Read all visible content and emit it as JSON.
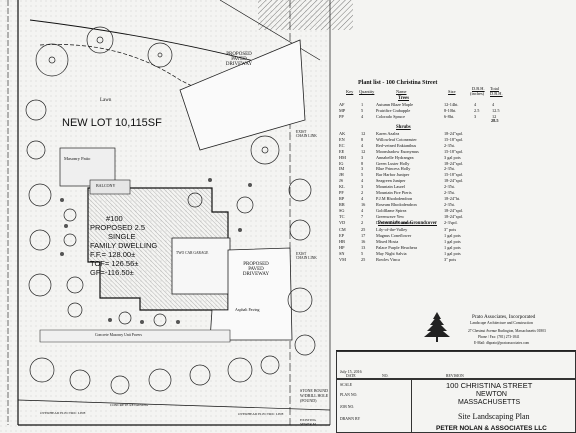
{
  "plan": {
    "lot_label": "NEW LOT 10,115SF",
    "lawn_label": "Lawn",
    "driveway_top": [
      "PROPOSED",
      "PAVED",
      "DRIVEWAY"
    ],
    "driveway_bottom": [
      "PROPOSED",
      "PAVED",
      "DRIVEWAY"
    ],
    "dwelling": [
      "#100",
      "PROPOSED 2.5",
      "SINGLE",
      "FAMILY DWELLING",
      "F.F.= 128.00±",
      "TOF= 126.56±",
      "GF=-116.50±"
    ],
    "masonry_patio": "Masonry Patio",
    "balcony": "BALCONY",
    "two_car_garage": "TWO CAR GARAGE",
    "asphalt_paving": "Asphalt Paving",
    "concrete_walk": "Concrete Masonry Unit Pavers",
    "stone_bound": [
      "STONE BOUND",
      "W/DRILL HOLE",
      "(FOUND)"
    ],
    "overhead_left": "OVERHEAD ELECTRIC LINE",
    "overhead_right": "OVERHEAD ELECTRIC LINE",
    "retaining": "CONCRETE RETAINING",
    "existing": [
      "EXISTING",
      "SEWER M"
    ],
    "exist_chain": [
      "EXIST",
      "CHAIN LINK"
    ],
    "exist_chain2": [
      "EXIST",
      "CHAIN LINK"
    ]
  },
  "plant_list": {
    "title": "Plant list - 100 Christina Street",
    "headers": {
      "key": "Key",
      "qty": "Quantity",
      "name": "Name",
      "size": "Size",
      "dbh": "D.B.H.",
      "dbh_sub": "(inches)",
      "total": "Total",
      "total_sub": "D.B.H."
    },
    "trees_label": "Trees",
    "trees": [
      {
        "key": "AF",
        "qty": "1",
        "name": "Autumn Blaze Maple",
        "size": "12-14ht.",
        "dbh": "4",
        "total": "4"
      },
      {
        "key": "MP",
        "qty": "5",
        "name": "Prairifire Crabapple",
        "size": "8-10ht.",
        "dbh": "2.5",
        "total": "12.5"
      },
      {
        "key": "PP",
        "qty": "4",
        "name": "Colorado Spruce",
        "size": "6-8ht.",
        "dbh": "3",
        "total": "12"
      }
    ],
    "trees_total": "28.5",
    "shrubs_label": "Shrubs",
    "shrubs": [
      {
        "key": "AK",
        "qty": "12",
        "name": "Karen Azalea",
        "size": "18-24\"spd."
      },
      {
        "key": "EN",
        "qty": "8",
        "name": "Willowleaf Cotoneaster",
        "size": "15-18\"spd."
      },
      {
        "key": "EC",
        "qty": "4",
        "name": "Red-veined Enkianthus",
        "size": "2-3'ht."
      },
      {
        "key": "EE",
        "qty": "12",
        "name": "Moonshadow Euonymus",
        "size": "15-18\"spd."
      },
      {
        "key": "HM",
        "qty": "3",
        "name": "Annabelle Hydrangea",
        "size": "3 gal pots"
      },
      {
        "key": "IG",
        "qty": "8",
        "name": "Green Luster Holly",
        "size": "18-24\"spd."
      },
      {
        "key": "IM",
        "qty": "3",
        "name": "Blue Princess Holly",
        "size": "2-3'ht."
      },
      {
        "key": "JH",
        "qty": "5",
        "name": "Bar Harbor Juniper",
        "size": "15-18\"spd."
      },
      {
        "key": "JS",
        "qty": "4",
        "name": "Seagreen Juniper",
        "size": "18-24\"spd."
      },
      {
        "key": "KL",
        "qty": "3",
        "name": "Mountain Laurel",
        "size": "2-3'ht."
      },
      {
        "key": "PF",
        "qty": "2",
        "name": "Mountain Fire Pieris",
        "size": "2-3'ht."
      },
      {
        "key": "RP",
        "qty": "4",
        "name": "P.J.M Rhododendron",
        "size": "18-24\"ht."
      },
      {
        "key": "RR",
        "qty": "16",
        "name": "Roseum Rhododendron",
        "size": "2-3'ht."
      },
      {
        "key": "SG",
        "qty": "4",
        "name": "Goldflame Spirea",
        "size": "18-24\"spd."
      },
      {
        "key": "TC",
        "qty": "7",
        "name": "Greenwave Yew",
        "size": "18-24\"spd."
      },
      {
        "key": "VD",
        "qty": "2",
        "name": "Doublefile Viburnum",
        "size": "2-3'spd."
      }
    ],
    "perennials_label": "Perennials and Groundcover",
    "perennials": [
      {
        "key": "CM",
        "qty": "25",
        "name": "Lily-of-the-Valley",
        "size": "3\" pots"
      },
      {
        "key": "EP",
        "qty": "17",
        "name": "Magnus Coneflower",
        "size": "1 gal pots"
      },
      {
        "key": "HB",
        "qty": "16",
        "name": "Mixed Hosta",
        "size": "1 gal pots"
      },
      {
        "key": "HP",
        "qty": "13",
        "name": "Palace Purple Heuchera",
        "size": "1 gal pots"
      },
      {
        "key": "SN",
        "qty": "5",
        "name": "May Night Salvia",
        "size": "1 gal pots"
      },
      {
        "key": "VM",
        "qty": "25",
        "name": "Bowles Vinca",
        "size": "3\" pots"
      }
    ]
  },
  "firm": {
    "name": "Prato Associates, Incorporated",
    "line1": "Landscape Architecture and Construction",
    "line2": "27 Chestnut Avenue   Burlington, Massachusetts 01803",
    "line3": "Phone / Fax: (781) 273-1841",
    "line4": "E-Mail: dhprato@pratoassociates.com"
  },
  "title_block": {
    "date_label": "DATE",
    "date": "July 15, 2016",
    "no_label": "NO.",
    "revision_label": "REVISION",
    "address1": "100 CHRISTINA STREET",
    "address2": "NEWTON",
    "address3": "MASSACHUSETTS",
    "plan_title": "Site Landscaping Plan",
    "scale_label": "SCALE",
    "plan_no_label": "PLAN NO.",
    "job_no_label": "JOB NO.",
    "drawn_label": "DRAWN BY",
    "engineer": "PETER NOLAN & ASSOCIATES LLC"
  }
}
